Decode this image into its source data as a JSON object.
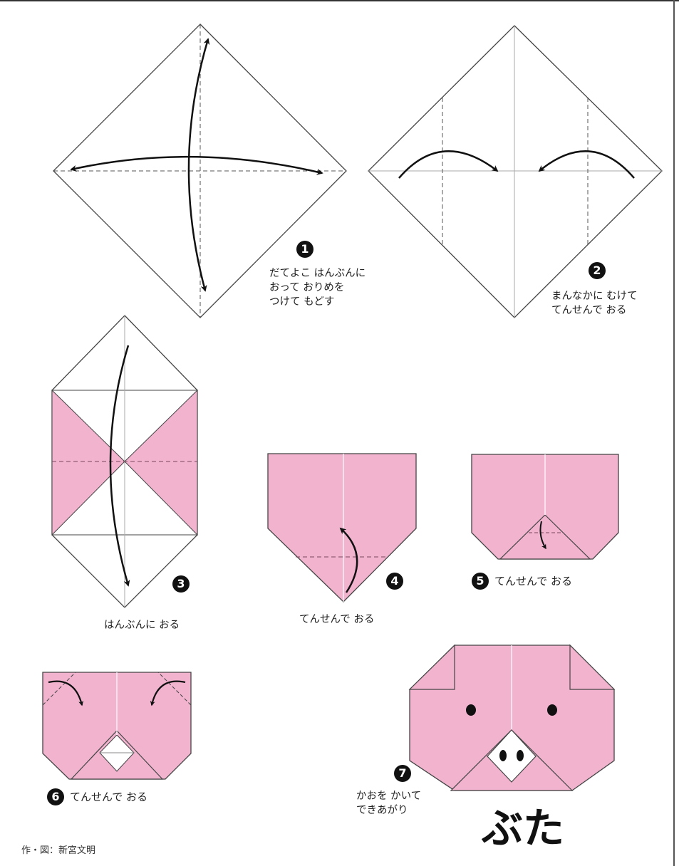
{
  "title": "ぶた",
  "credit": "作・図：新宮文明",
  "colors": {
    "paper_pink": "#f2b3cf",
    "paper_white": "#ffffff",
    "line": "#333333",
    "dashed": "#555555",
    "arrow": "#111111"
  },
  "steps": [
    {
      "number": "1",
      "caption": "だてよこ はんぶんに\nおって おりめを\nつけて もどす"
    },
    {
      "number": "2",
      "caption": "まんなかに むけて\nてんせんで おる"
    },
    {
      "number": "3",
      "caption": "はんぶんに おる"
    },
    {
      "number": "4",
      "caption": "てんせんで おる"
    },
    {
      "number": "5",
      "caption": "てんせんで おる"
    },
    {
      "number": "6",
      "caption": "てんせんで おる"
    },
    {
      "number": "7",
      "caption": "かおを かいて\nできあがり"
    }
  ]
}
